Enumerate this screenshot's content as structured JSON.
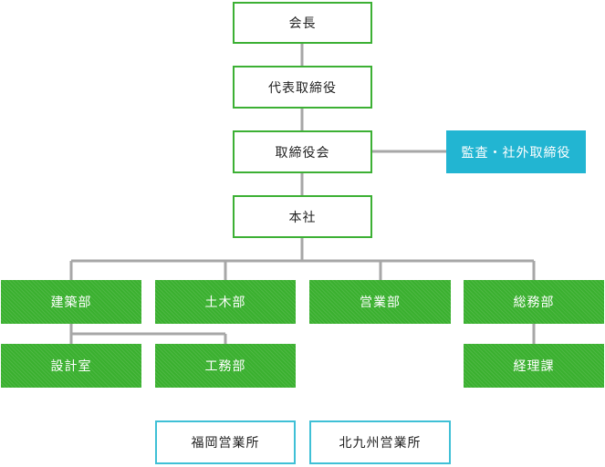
{
  "org": {
    "chairman": "会長",
    "ceo": "代表取締役",
    "board": "取締役会",
    "auditor": "監査・社外取締役",
    "hq": "本社",
    "dept_construction": "建築部",
    "dept_civil": "土木部",
    "dept_sales": "営業部",
    "dept_general": "総務部",
    "design_office": "設計室",
    "construction_dept": "工務部",
    "accounting": "経理課",
    "office_fukuoka": "福岡営業所",
    "office_kitakyushu": "北九州営業所"
  },
  "colors": {
    "outline_green": "#3cb034",
    "fill_green": "#3ab02f",
    "cyan": "#22b5d2",
    "line_gray": "#a7a7a7"
  }
}
